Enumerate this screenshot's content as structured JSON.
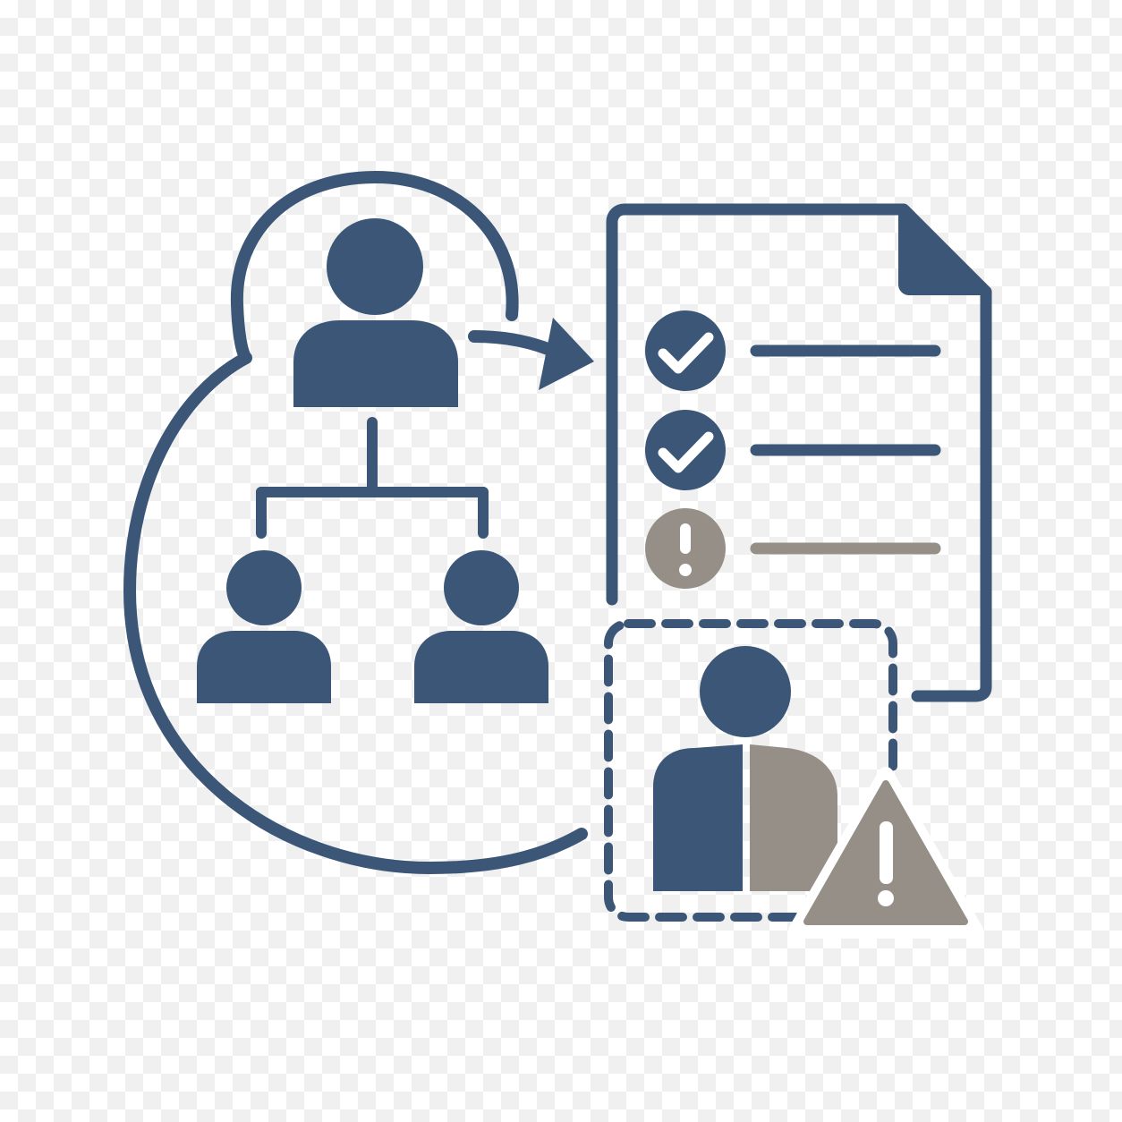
{
  "colors": {
    "primary": "#3b5677",
    "muted": "#958f88",
    "background_light": "#ffffff",
    "background_dark": "#f0f0f0"
  },
  "icons": {
    "manager": "person-icon",
    "team_member_left": "person-icon",
    "team_member_right": "person-icon",
    "flow_arrow": "arrow-right-icon",
    "document": "document-icon",
    "checklist_item_1": "check-circle-icon",
    "checklist_item_2": "check-circle-icon",
    "checklist_item_3": "exclamation-circle-icon",
    "partial_person": "person-icon",
    "warning": "warning-triangle-icon"
  },
  "checklist": [
    {
      "status": "done"
    },
    {
      "status": "done"
    },
    {
      "status": "warning"
    }
  ]
}
